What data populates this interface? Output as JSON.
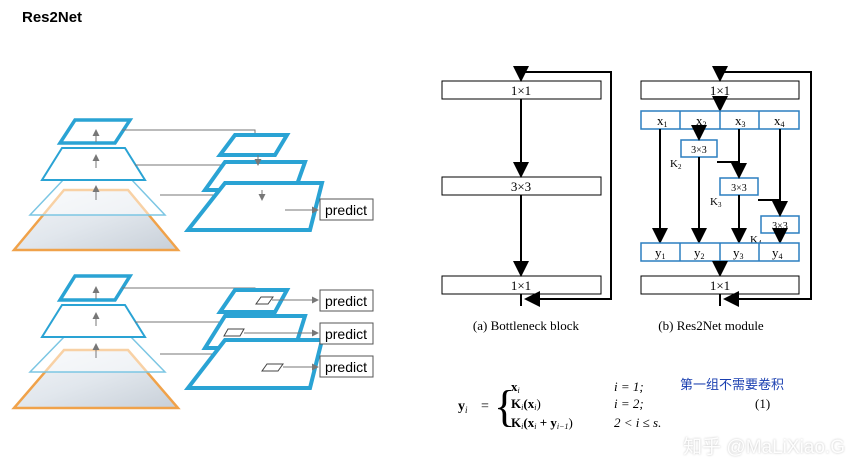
{
  "title": "Res2Net",
  "fpn": {
    "predict_label": "predict"
  },
  "bottleneck": {
    "blocks": [
      "1×1",
      "3×3",
      "1×1"
    ],
    "caption": "(a) Bottleneck block"
  },
  "res2net": {
    "top_block": "1×1",
    "bottom_block": "1×1",
    "x_labels": [
      "x",
      "x",
      "x",
      "x"
    ],
    "x_subs": [
      "1",
      "2",
      "3",
      "4"
    ],
    "y_labels": [
      "y",
      "y",
      "y",
      "y"
    ],
    "y_subs": [
      "1",
      "2",
      "3",
      "4"
    ],
    "conv_label": "3×3",
    "k_labels": [
      "K",
      "K",
      "K"
    ],
    "k_subs": [
      "2",
      "3",
      "4"
    ],
    "caption": "(b) Res2Net module"
  },
  "equation": {
    "lhs": "y",
    "lhs_sub": "i",
    "eq": "=",
    "rows": [
      {
        "expr": "x",
        "expr_sub": "i",
        "cond": "i = 1;"
      },
      {
        "expr": "K",
        "expr_sub": "i",
        "expr_tail": "(x",
        "expr_tail_sub": "i",
        "expr_end": ")",
        "cond": "i = 2;"
      },
      {
        "expr": "K",
        "expr_sub": "i",
        "expr_tail": "(x",
        "expr_tail_sub": "i",
        "expr_mid": " + y",
        "expr_mid_sub": "i−1",
        "expr_end": ")",
        "cond": "2 < i ≤ s."
      }
    ],
    "number": "(1)"
  },
  "note": "第一组不需要卷积",
  "watermark": "知乎 @MaLiXiao.G",
  "colors": {
    "blue": "#2aa3d4",
    "orange": "#f0a24a",
    "module_border": "#2b7fc0"
  }
}
